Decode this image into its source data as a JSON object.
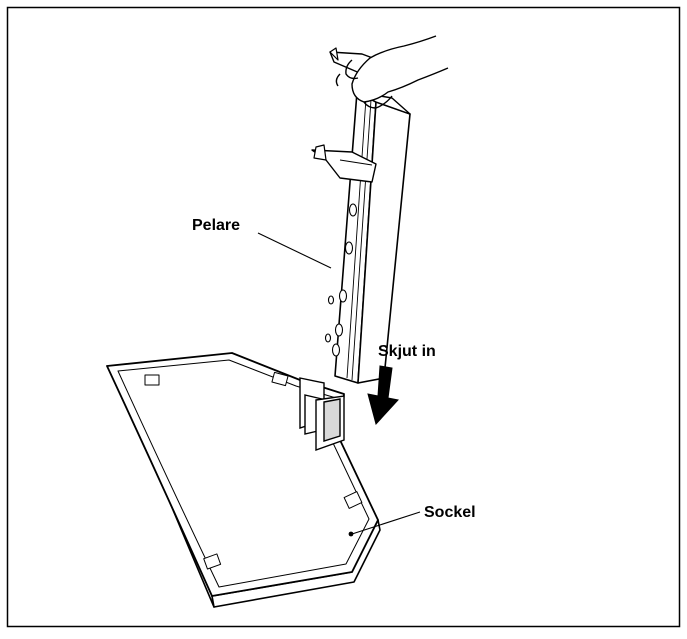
{
  "labels": {
    "pillar": "Pelare",
    "slide_in": "Skjut in",
    "base": "Sockel"
  },
  "colors": {
    "line": "#000000",
    "fill": "#ffffff",
    "shade": "#d9d9d9"
  }
}
